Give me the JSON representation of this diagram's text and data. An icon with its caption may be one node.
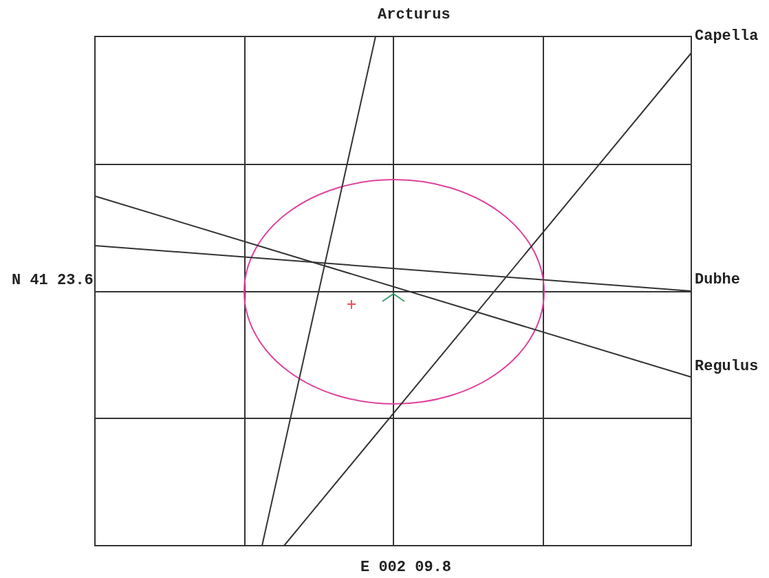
{
  "diagram": {
    "labels": [
      "Arcturus",
      "Capella",
      "N 41 23.6",
      "Dubhe",
      "Regulus",
      "E 002 09.8"
    ]
  }
}
